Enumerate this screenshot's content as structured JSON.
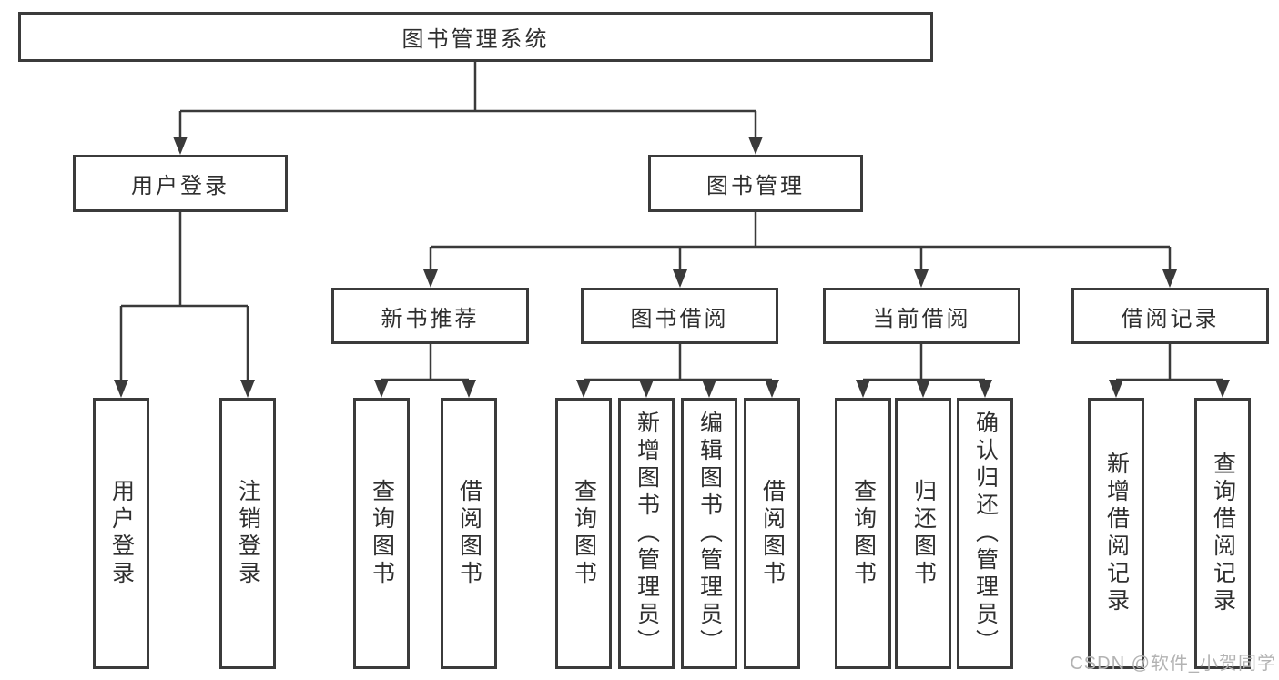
{
  "diagram": {
    "root": {
      "label": "图书管理系统"
    },
    "branches": [
      {
        "label": "用户登录",
        "children": [
          {
            "label": "用户登录"
          },
          {
            "label": "注销登录"
          }
        ]
      },
      {
        "label": "图书管理",
        "children": [
          {
            "label": "新书推荐",
            "children": [
              {
                "label": "查询图书"
              },
              {
                "label": "借阅图书"
              }
            ]
          },
          {
            "label": "图书借阅",
            "children": [
              {
                "label": "查询图书"
              },
              {
                "label": "新增图书（管理员）"
              },
              {
                "label": "编辑图书（管理员）"
              },
              {
                "label": "借阅图书"
              }
            ]
          },
          {
            "label": "当前借阅",
            "children": [
              {
                "label": "查询图书"
              },
              {
                "label": "归还图书"
              },
              {
                "label": "确认归还（管理员）"
              }
            ]
          },
          {
            "label": "借阅记录",
            "children": [
              {
                "label": "新增借阅记录"
              },
              {
                "label": "查询借阅记录"
              }
            ]
          }
        ]
      }
    ]
  },
  "watermark": {
    "text": "CSDN @软件_小贺同学"
  },
  "colors": {
    "line": "#3a3a3a",
    "box_border": "#3b3b3b",
    "text": "#2f2f2f",
    "box_background": "#ffffff",
    "watermark": "#b3b3b3"
  }
}
